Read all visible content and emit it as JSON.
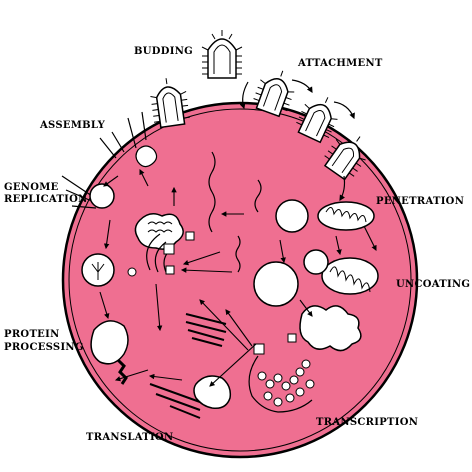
{
  "diagram": {
    "colors": {
      "cytoplasm": "#ef6f91",
      "outline": "#000000",
      "organelle": "#ffffff"
    },
    "labels": {
      "budding": "BUDDING",
      "attachment": "ATTACHMENT",
      "assembly": "ASSEMBLY",
      "genome_replication_line1": "GENOME",
      "genome_replication_line2": "REPLICATION",
      "penetration": "PENETRATION",
      "uncoating": "UNCOATING",
      "protein_processing_line1": "PROTEIN",
      "protein_processing_line2": "PROCESSING",
      "transcription": "TRANSCRIPTION",
      "translation": "TRANSLATION"
    }
  }
}
